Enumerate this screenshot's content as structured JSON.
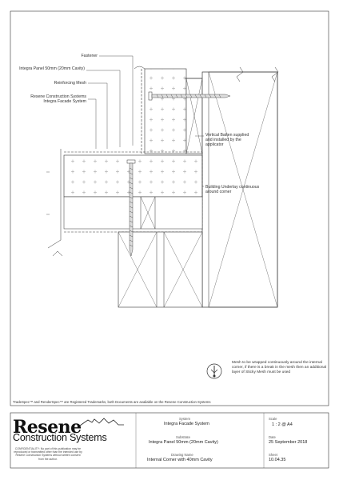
{
  "labels": {
    "fastener": "Fastener",
    "integra_panel": "Integra Panel 50mm (20mm Cavity)",
    "reinforcing_mesh": "Reinforcing Mesh",
    "resene_system_line1": "Resene Construction Systems",
    "resene_system_line2": "Integra Facade System",
    "vertical_batten_line1": "Vertical Batten supplied",
    "vertical_batten_line2": "and installed by the",
    "vertical_batten_line3": "applicator",
    "building_underlay_line1": "Building Underlay continuous",
    "building_underlay_line2": "around corner",
    "mesh_note": "Mesh to be wrapped continuously around the internal corner, if there is a break in the mesh then an additional layer of Sticky Mesh must be used"
  },
  "footnote": "TradeSpec™ and RenderSpec™ are Registered Trademarks, both Documents are available on the Resene Construction Systems",
  "title_block": {
    "logo_line1": "Resene",
    "logo_line2": "Construction Systems",
    "confidentiality": "CONFIDENTIALITY: No part of this publication may be reproduced or transmitted other than the intended use by Resene Construction Systems without written consent from the author.",
    "system_label": "System",
    "system_value": "Integra Facade System",
    "substrate_label": "Substrate",
    "substrate_value": "Integra Panel 50mm (20mm Cavity)",
    "drawing_name_label": "Drawing Name",
    "drawing_name_value": "Internal Corner with 40mm Cavity",
    "scale_label": "Scale",
    "scale_value": "1 : 2 @ A4",
    "date_label": "Date",
    "date_value": "25 September 2018",
    "sheet_label": "Sheet",
    "sheet_value": "10.04.35"
  }
}
